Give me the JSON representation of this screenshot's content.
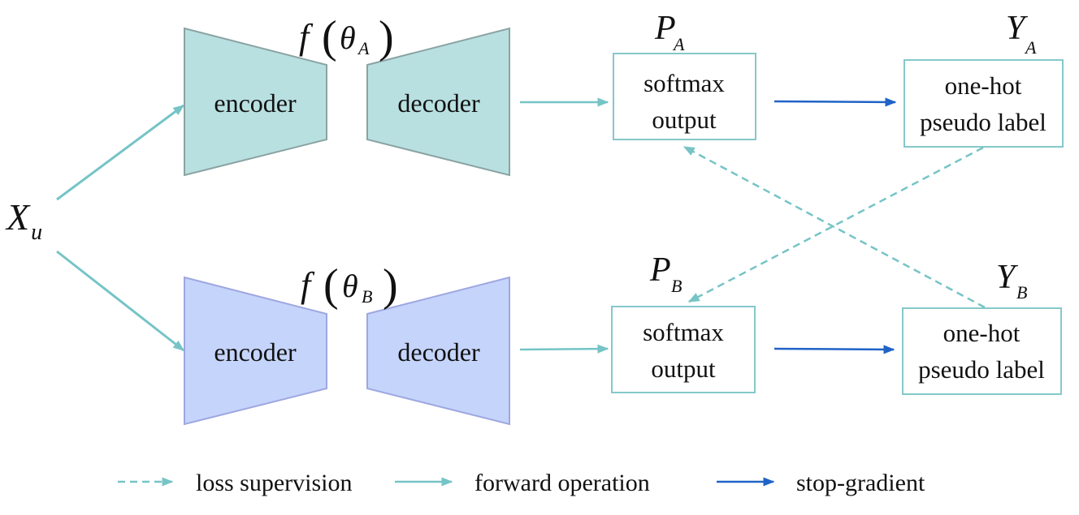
{
  "colors": {
    "teal_fill": "#b9e0e1",
    "teal_stroke": "#8aa3a3",
    "blue_fill": "#c5d4fb",
    "blue_stroke": "#9ea7e0",
    "teal_arrow": "#76c4c6",
    "dark_arrow": "#1f63c6",
    "box_stroke": "#86c8ca"
  },
  "input": {
    "symbol": "X",
    "subscript": "u"
  },
  "branch_a": {
    "encoder_label": "encoder",
    "decoder_label": "decoder",
    "model": {
      "func": "f",
      "param": "θ",
      "subscript": "A"
    },
    "prob": {
      "symbol": "P",
      "subscript": "A",
      "line1": "softmax",
      "line2": "output"
    },
    "label": {
      "symbol": "Y",
      "subscript": "A",
      "line1": "one-hot",
      "line2": "pseudo label"
    }
  },
  "branch_b": {
    "encoder_label": "encoder",
    "decoder_label": "decoder",
    "model": {
      "func": "f",
      "param": "θ",
      "subscript": "B"
    },
    "prob": {
      "symbol": "P",
      "subscript": "B",
      "line1": "softmax",
      "line2": "output"
    },
    "label": {
      "symbol": "Y",
      "subscript": "B",
      "line1": "one-hot",
      "line2": "pseudo label"
    }
  },
  "legend": {
    "loss_supervision": "loss supervision",
    "forward_operation": "forward operation",
    "stop_gradient": "stop-gradient"
  }
}
